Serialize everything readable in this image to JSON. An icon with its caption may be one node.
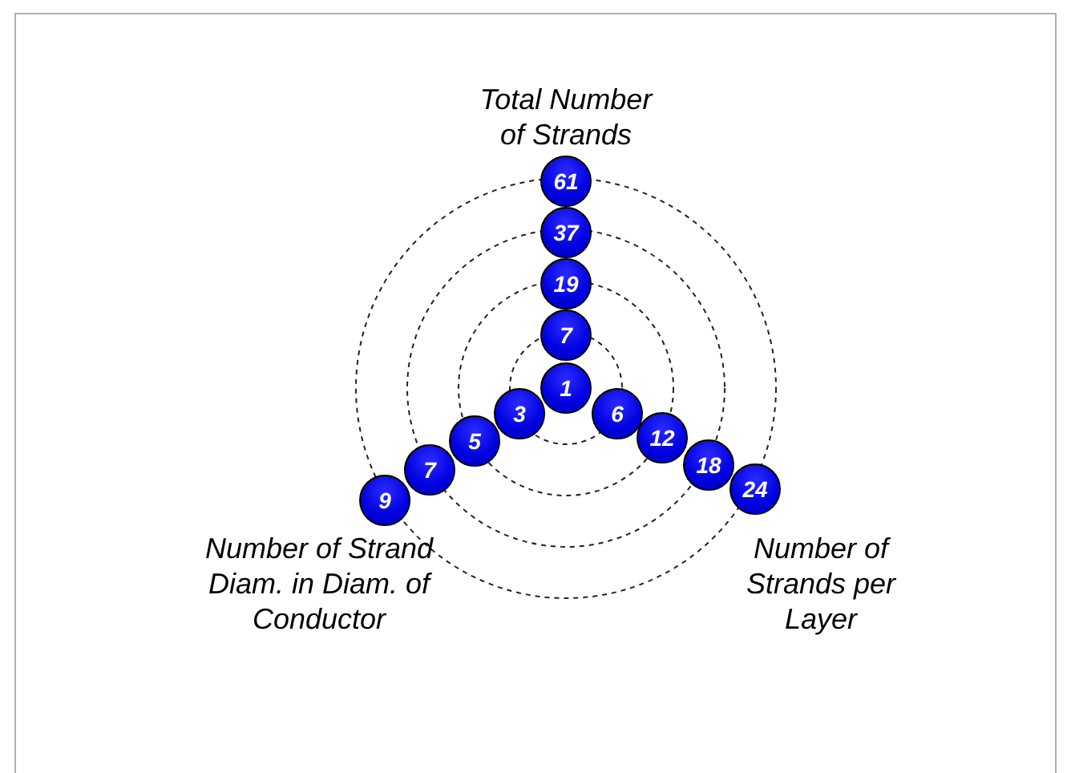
{
  "diagram": {
    "nodes": [
      {
        "text": [
          "61"
        ]
      },
      {
        "text": [
          "37"
        ]
      },
      {
        "text": [
          "19"
        ]
      },
      {
        "text": [
          "7"
        ]
      },
      {
        "text": [
          "1"
        ]
      },
      {
        "text": [
          "3"
        ]
      },
      {
        "text": [
          "6"
        ]
      },
      {
        "text": [
          "5"
        ]
      },
      {
        "text": [
          "12"
        ]
      },
      {
        "text": [
          "7"
        ]
      },
      {
        "text": [
          "18"
        ]
      },
      {
        "text": [
          "9"
        ]
      },
      {
        "text": [
          "24"
        ]
      }
    ],
    "labels": [
      "Total Number of Strands",
      "Number of Strand Diam. in Diam. of Conductor",
      "Number of Strands per Layer"
    ]
  }
}
